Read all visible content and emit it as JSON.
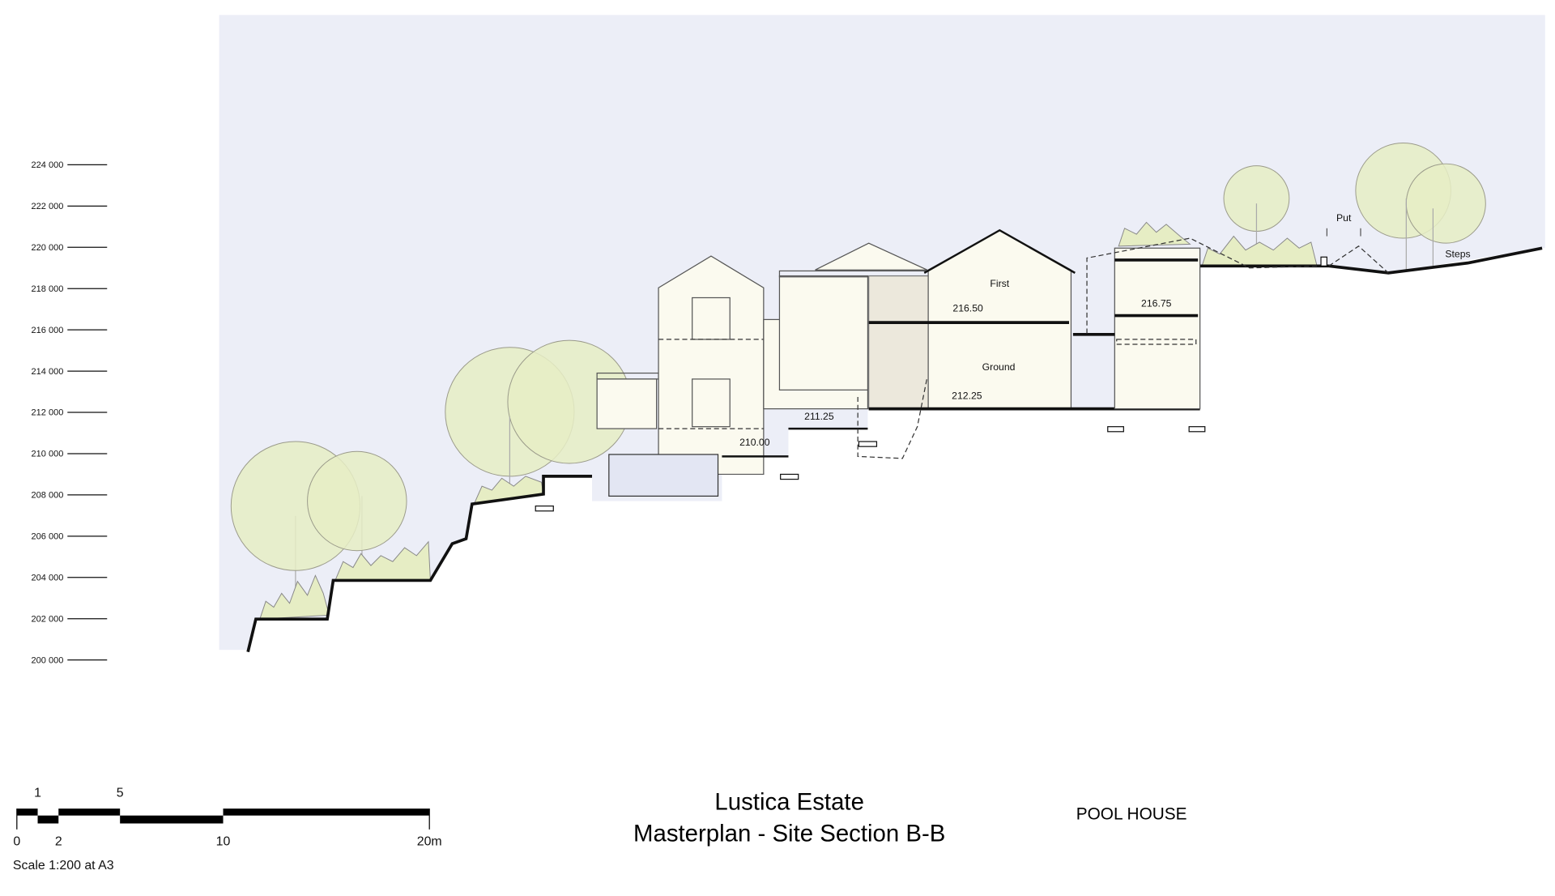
{
  "levels": [
    "224 000",
    "222 000",
    "220 000",
    "218 000",
    "216 000",
    "214 000",
    "212 000",
    "210 000",
    "208 000",
    "206 000",
    "204 000",
    "202 000",
    "200 000"
  ],
  "annotations": {
    "first": "First",
    "ground": "Ground",
    "lvl_216_50": "216.50",
    "lvl_212_25": "212.25",
    "lvl_216_75": "216.75",
    "lvl_211_25": "211.25",
    "lvl_210_00": "210.00",
    "put": "Put",
    "steps": "Steps"
  },
  "scale_bar": {
    "ticks_top": [
      "1",
      "5"
    ],
    "ticks_bottom": [
      "0",
      "2",
      "10",
      "20m"
    ],
    "note": "Scale  1:200  at  A3"
  },
  "title": {
    "line1": "Lustica Estate",
    "line2": "Masterplan - Site Section B-B"
  },
  "subtitle": "POOL HOUSE",
  "colors": {
    "sky": "#eceef7",
    "foliage": "#e6edc4",
    "building": "#fbfaef"
  }
}
